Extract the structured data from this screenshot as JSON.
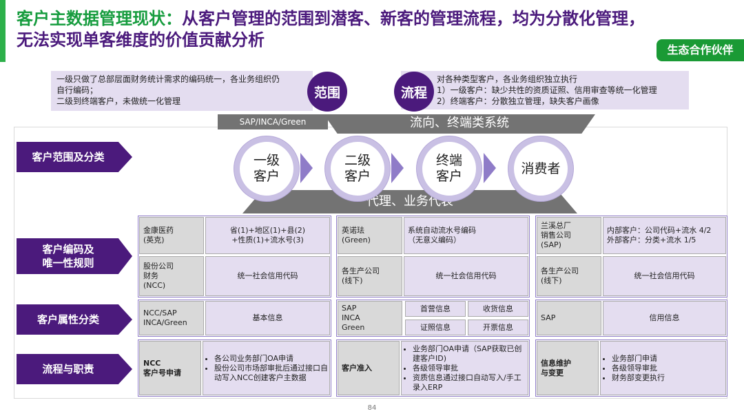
{
  "title": {
    "green": "客户主数据管理现状：",
    "purple_line1": "从客户管理的范围到潜客、新客的管理流程，均为分散化管理，",
    "purple_line2": "无法实现单客维度的价值贡献分析"
  },
  "badge": "生态合作伙伴",
  "notes": {
    "scope_label": "范围",
    "flow_label": "流程",
    "left_lines": [
      "一级只做了总部层面财务统计需求的编码统一，各业务组织仍",
      "自行编码；",
      "二级到终端客户，未做统一化管理"
    ],
    "right_lines": [
      "对各种类型客户，各业务组织独立执行",
      "1）一级客户：缺少共性的资质证照、信用审查等统一化管理",
      "2）终端客户：分散独立管理，缺失客户画像"
    ]
  },
  "bands": {
    "sap": "SAP/INCA/Green",
    "flow": "流向、终端类系统",
    "agent": "代理、业务代表"
  },
  "row_labels": {
    "scope": "客户范围及分类",
    "coding_1": "客户编码及",
    "coding_2": "唯一性规则",
    "attr": "客户属性分类",
    "process": "流程与职责"
  },
  "circles": {
    "c1a": "一级",
    "c1b": "客户",
    "c2a": "二级",
    "c2b": "客户",
    "c3a": "终端",
    "c3b": "客户",
    "c4": "消费者"
  },
  "coding": {
    "g1": {
      "r1_org1": "金康医药",
      "r1_org2": "(英克)",
      "r1_rule1": "省(1)+地区(1)+县(2)",
      "r1_rule2": "+性质(1)+流水号(3)",
      "r2_org1": "股份公司",
      "r2_org2": "财务",
      "r2_org3": "(NCC)",
      "r2_rule": "统一社会信用代码"
    },
    "g2": {
      "r1_org1": "英诺珐",
      "r1_org2": "(Green)",
      "r1_rule1": "系统自动流水号编码",
      "r1_rule2": "（无意义编码）",
      "r2_org1": "各生产公司",
      "r2_org2": "(线下)",
      "r2_rule": "统一社会信用代码"
    },
    "g3": {
      "r1_org1": "兰溪总厂",
      "r1_org2": "销售公司",
      "r1_org3": "(SAP)",
      "r1_rule1": "内部客户：公司代码+流水 4/2",
      "r1_rule2": "外部客户：分类+流水 1/5",
      "r2_org1": "各生产公司",
      "r2_org2": "(线下)",
      "r2_rule": "统一社会信用代码"
    }
  },
  "attributes": {
    "g1_sys1": "NCC/SAP",
    "g1_sys2": "INCA/Green",
    "g1_val": "基本信息",
    "g2_sys1": "SAP",
    "g2_sys2": "INCA",
    "g2_sys3": "Green",
    "g2_v1": "首营信息",
    "g2_v2": "收货信息",
    "g2_v3": "证照信息",
    "g2_v4": "开票信息",
    "g3_sys": "SAP",
    "g3_val": "信用信息"
  },
  "process": {
    "g1_title1": "NCC",
    "g1_title2": "客户号申请",
    "g1_b1": "各公司业务部门OA申请",
    "g1_b2": "股份公司市场部审批后通过接口自动写入NCC创建客户主数据",
    "g2_title": "客户准入",
    "g2_b1": "业务部门OA申请（SAP获取已创建客户ID)",
    "g2_b2": "各级领导审批",
    "g2_b3": "资质信息通过接口自动写入/手工录入ERP",
    "g3_title1": "信息维护",
    "g3_title2": "与变更",
    "g3_b1": "业务部门申请",
    "g3_b2": "各级领导审批",
    "g3_b3": "财务部变更执行"
  },
  "page_number": "84",
  "colors": {
    "green": "#169c3e",
    "purple": "#4b1a7c",
    "lavender": "#e4ddf0",
    "grey": "#737373"
  }
}
